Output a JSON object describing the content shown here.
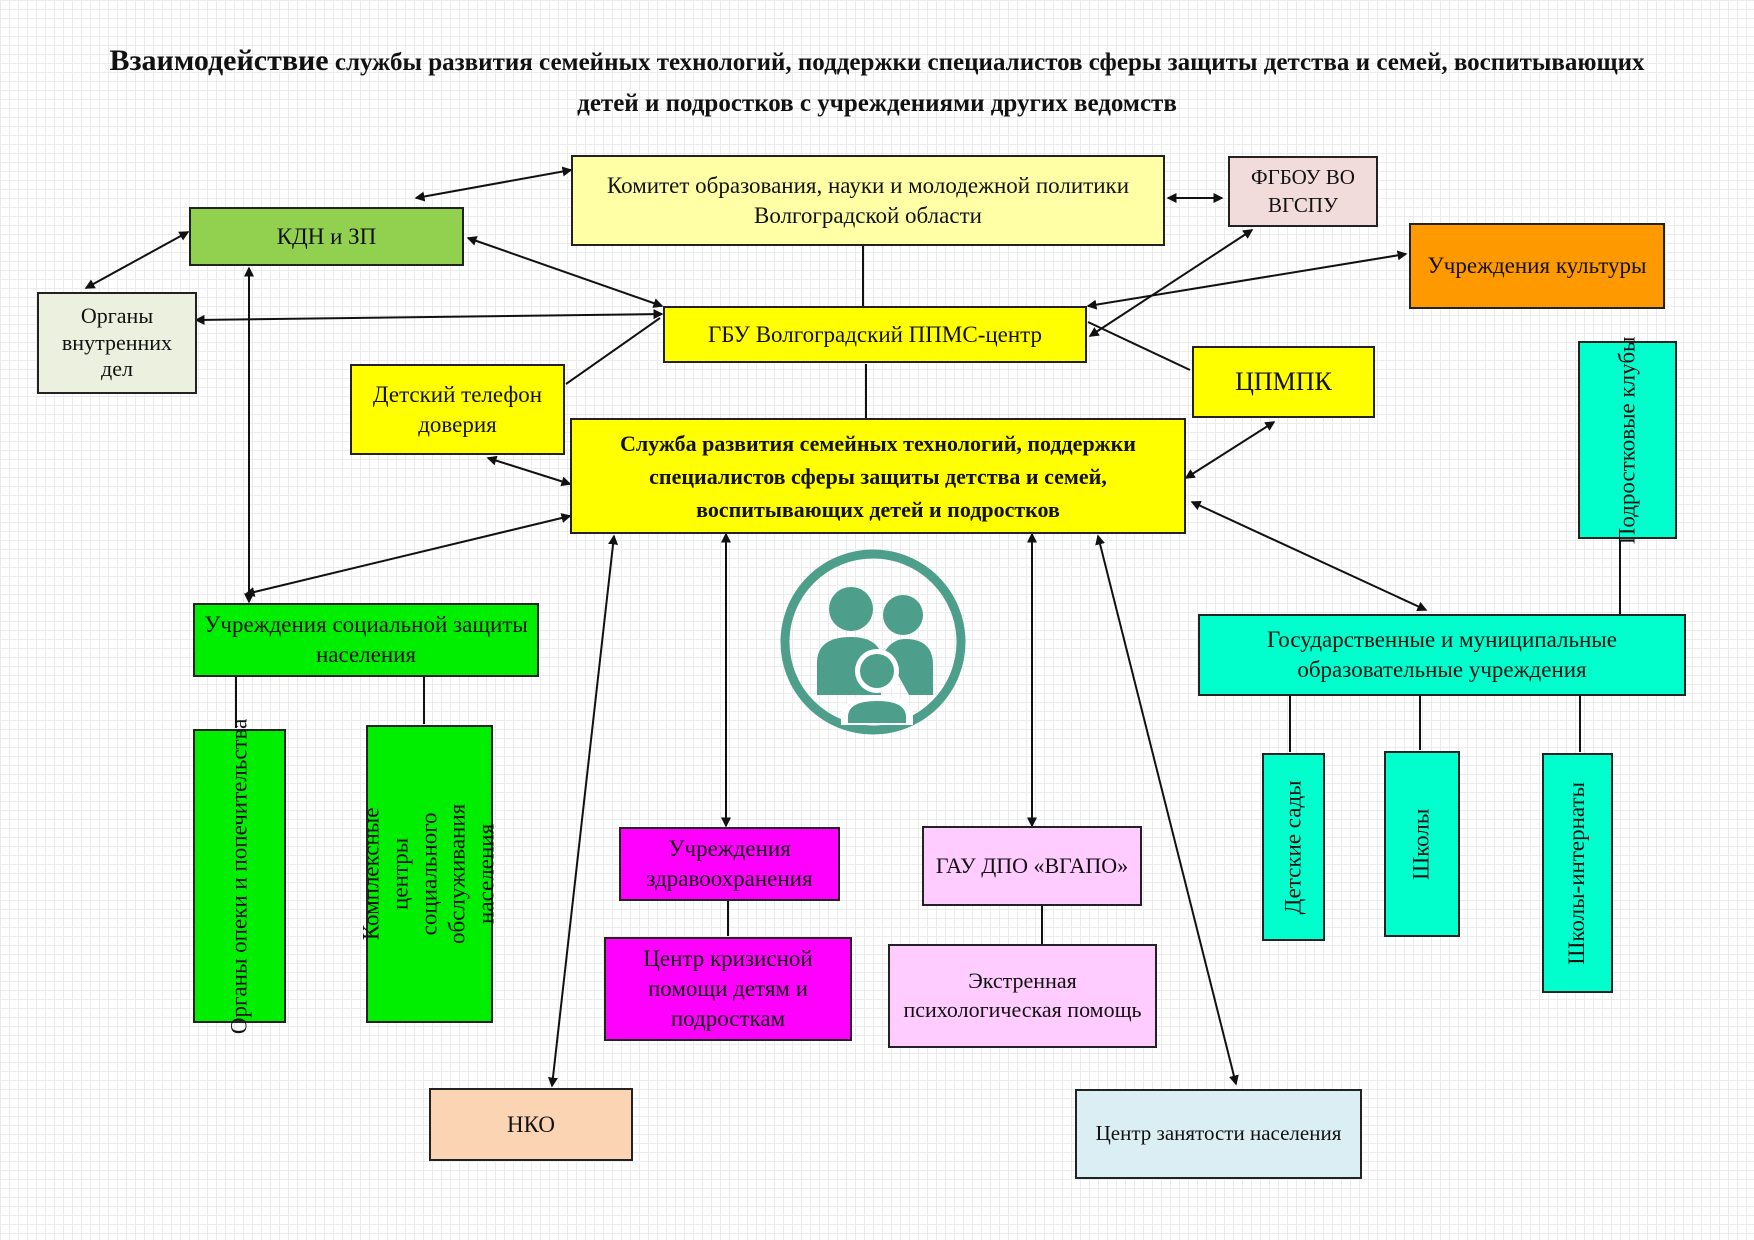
{
  "title": {
    "lead": "Взаимодействие",
    "rest": "службы развития семейных технологий, поддержки специалистов сферы защиты детства и семей, воспитывающих детей и подростков с учреждениями других ведомств"
  },
  "nodes": {
    "komitet": "Комитет образования, науки и молодежной политики Волгоградской области",
    "fgbou": "ФГБОУ ВО ВГСПУ",
    "kdn": "КДН и ЗП",
    "ovd": "Органы внутренних дел",
    "kultura": "Учреждения культуры",
    "gbu": "ГБУ Волгоградский ППМС-центр",
    "cpmpk": "ЦПМПК",
    "telefon": "Детский телефон доверия",
    "main": "Служба развития семейных технологий, поддержки специалистов сферы защиты детства и семей, воспитывающих детей и подростков",
    "podrostkovye": "Подростковые клубы",
    "socialnaya": "Учреждения социальной защиты населения",
    "gos_obr": "Государственные и муниципальные образовательные учреждения",
    "opeka": "Органы опеки и попечительства",
    "kompleksnye": "Комплексные центры социального обслуживания населения",
    "zdrav": "Учреждения здравоохранения",
    "vgapo": "ГАУ ДПО «ВГАПО»",
    "krizis": "Центр кризисной помощи детям и подросткам",
    "ekstren": "Экстренная психологическая помощь",
    "sady": "Детские сады",
    "shkoly": "Школы",
    "internaty": "Школы-интернаты",
    "nko": "НКО",
    "zanyatost": "Центр занятости населения"
  },
  "colors": {
    "komitet": "#ffffa6",
    "fgbou": "#f2dcdb",
    "kdn": "#92d050",
    "ovd": "#ebf1de",
    "kultura": "#ff9900",
    "yellow": "#ffff00",
    "teal": "#00ffcc",
    "green": "#00ee00",
    "magenta": "#ff00ff",
    "lilac": "#ffccff",
    "nko": "#fbd4b4",
    "zanyatost": "#daeef3",
    "logo": "#4d9e8a"
  },
  "logo_icon": "family-icon"
}
